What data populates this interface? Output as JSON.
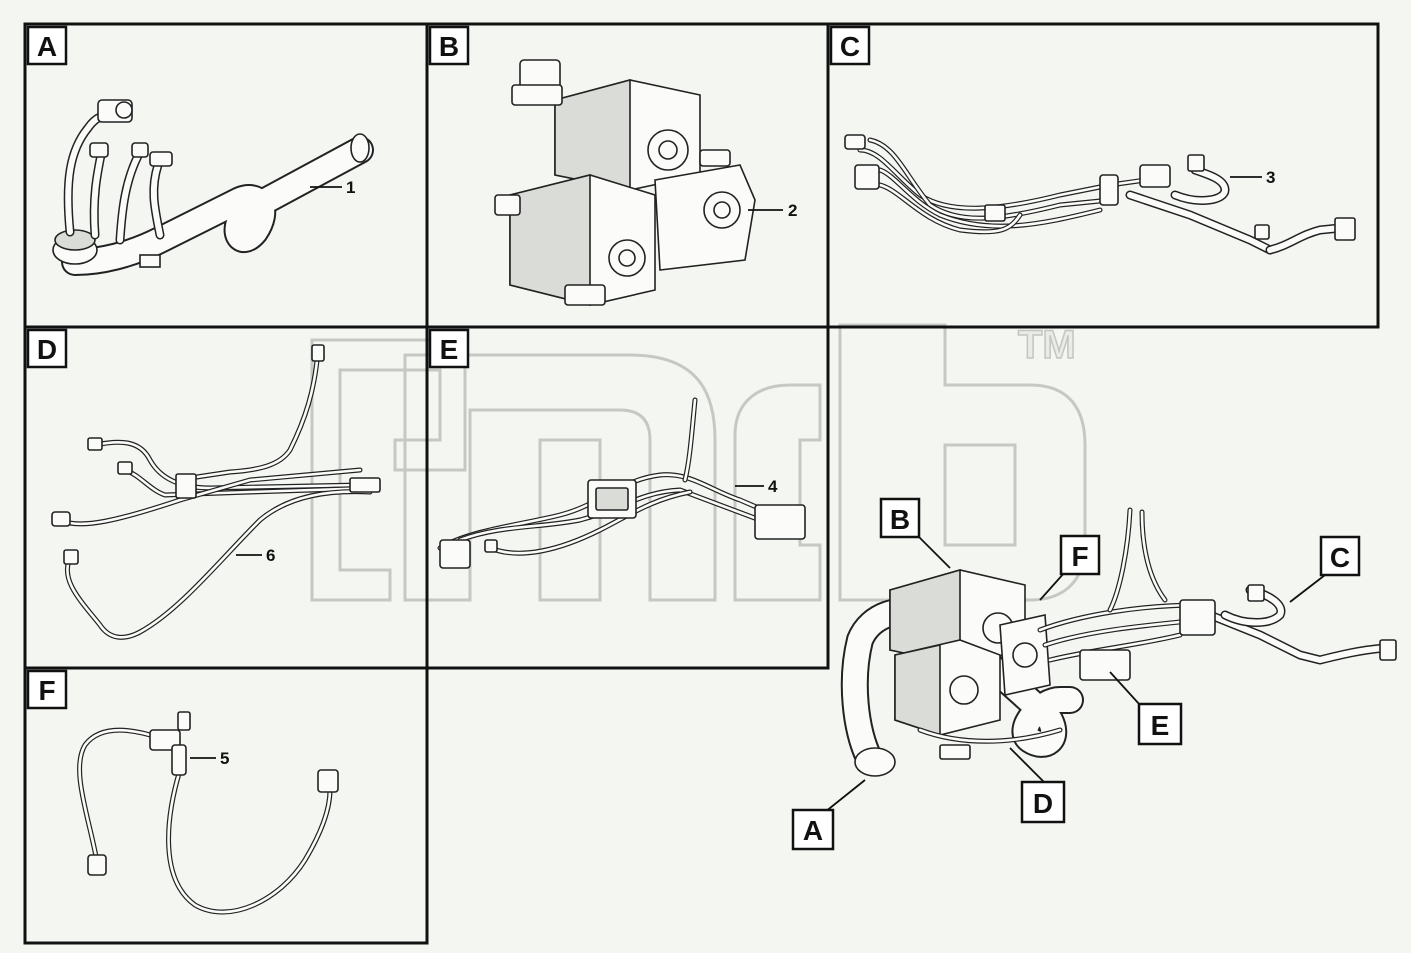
{
  "panels": [
    {
      "id": "A",
      "label": "A"
    },
    {
      "id": "B",
      "label": "B"
    },
    {
      "id": "C",
      "label": "C"
    },
    {
      "id": "D",
      "label": "D"
    },
    {
      "id": "E",
      "label": "E"
    },
    {
      "id": "F",
      "label": "F"
    }
  ],
  "callouts": [
    "1",
    "2",
    "3",
    "4",
    "5",
    "6"
  ],
  "overview_labels": {
    "a": "A",
    "b": "B",
    "c": "C",
    "d": "D",
    "e": "E",
    "f": "F"
  },
  "watermark": {
    "trademark": "TM"
  },
  "colors": {
    "line": "#222222",
    "background": "#f3f6f1",
    "watermark": "#c5c8c3"
  }
}
